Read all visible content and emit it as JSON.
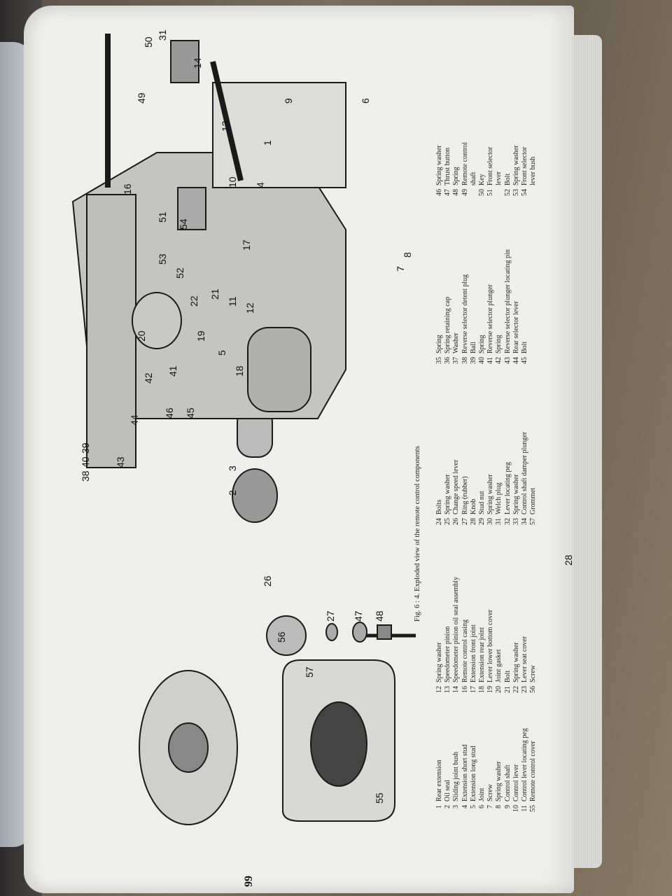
{
  "page_number": "99",
  "figure_caption": "Fig. 6 : 4.   Exploded view of the remote control components",
  "legend": {
    "col1": [
      {
        "n": "1",
        "t": "Rear extension"
      },
      {
        "n": "2",
        "t": "Oil seal"
      },
      {
        "n": "3",
        "t": "Sliding joint bush"
      },
      {
        "n": "4",
        "t": "Extension short stud"
      },
      {
        "n": "5",
        "t": "Extension long stud"
      },
      {
        "n": "6",
        "t": "Joint"
      },
      {
        "n": "7",
        "t": "Screw"
      },
      {
        "n": "8",
        "t": "Spring washer"
      },
      {
        "n": "9",
        "t": "Control shaft"
      },
      {
        "n": "10",
        "t": "Control lever"
      },
      {
        "n": "11",
        "t": "Control lever locating peg"
      },
      {
        "n": "55",
        "t": "Remote control cover"
      }
    ],
    "col2": [
      {
        "n": "12",
        "t": "Spring washer"
      },
      {
        "n": "13",
        "t": "Speedometer pinion"
      },
      {
        "n": "14",
        "t": "Speedometer pinion oil seal assembly"
      },
      {
        "n": "16",
        "t": "Remote control casing"
      },
      {
        "n": "17",
        "t": "Extension front joint"
      },
      {
        "n": "18",
        "t": "Extension rear joint"
      },
      {
        "n": "19",
        "t": "Lever lower bottom cover"
      },
      {
        "n": "20",
        "t": "Joint gasket"
      },
      {
        "n": "21",
        "t": "Bolt"
      },
      {
        "n": "22",
        "t": "Spring washer"
      },
      {
        "n": "23",
        "t": "Lever seat cover"
      },
      {
        "n": "56",
        "t": "Screw"
      }
    ],
    "col3": [
      {
        "n": "24",
        "t": "Bolts"
      },
      {
        "n": "25",
        "t": "Spring washer"
      },
      {
        "n": "26",
        "t": "Change speed lever"
      },
      {
        "n": "27",
        "t": "Ring (rubber)"
      },
      {
        "n": "28",
        "t": "Knob"
      },
      {
        "n": "29",
        "t": "Stud nut"
      },
      {
        "n": "30",
        "t": "Spring washer"
      },
      {
        "n": "31",
        "t": "Welch plug"
      },
      {
        "n": "32",
        "t": "Lever locating peg"
      },
      {
        "n": "33",
        "t": "Spring washer"
      },
      {
        "n": "34",
        "t": "Control shaft damper plunger"
      },
      {
        "n": "57",
        "t": "Grommet"
      }
    ],
    "col4": [
      {
        "n": "35",
        "t": "Spring"
      },
      {
        "n": "36",
        "t": "Spring retaining cap"
      },
      {
        "n": "37",
        "t": "Washer"
      },
      {
        "n": "38",
        "t": "Reverse selector detent plug"
      },
      {
        "n": "39",
        "t": "Ball"
      },
      {
        "n": "40",
        "t": "Spring"
      },
      {
        "n": "41",
        "t": "Reverse selector plunger"
      },
      {
        "n": "42",
        "t": "Spring"
      },
      {
        "n": "43",
        "t": "Reverse selector plunger locating pin"
      },
      {
        "n": "44",
        "t": "Rear selector lever"
      },
      {
        "n": "45",
        "t": "Bolt"
      }
    ],
    "col5": [
      {
        "n": "46",
        "t": "Spring washer"
      },
      {
        "n": "47",
        "t": "Thrust button"
      },
      {
        "n": "48",
        "t": "Spring"
      },
      {
        "n": "49",
        "t": "Remote control"
      },
      {
        "n": "",
        "t": "shaft"
      },
      {
        "n": "50",
        "t": "Key"
      },
      {
        "n": "51",
        "t": "Front selector"
      },
      {
        "n": "",
        "t": "lever"
      },
      {
        "n": "52",
        "t": "Bolt"
      },
      {
        "n": "53",
        "t": "Spring washer"
      },
      {
        "n": "54",
        "t": "Front selector"
      },
      {
        "n": "",
        "t": "lever bush"
      }
    ]
  },
  "callouts": [
    "57",
    "56",
    "26",
    "28",
    "27",
    "47",
    "48",
    "55",
    "2",
    "3",
    "43",
    "44",
    "46",
    "45",
    "42",
    "41",
    "20",
    "19",
    "18",
    "5",
    "22",
    "21",
    "11",
    "12",
    "52",
    "53",
    "51",
    "54",
    "17",
    "10",
    "4",
    "1",
    "6",
    "7",
    "8",
    "9",
    "13",
    "14",
    "49",
    "50",
    "31",
    "16",
    "38",
    "40",
    "39"
  ]
}
